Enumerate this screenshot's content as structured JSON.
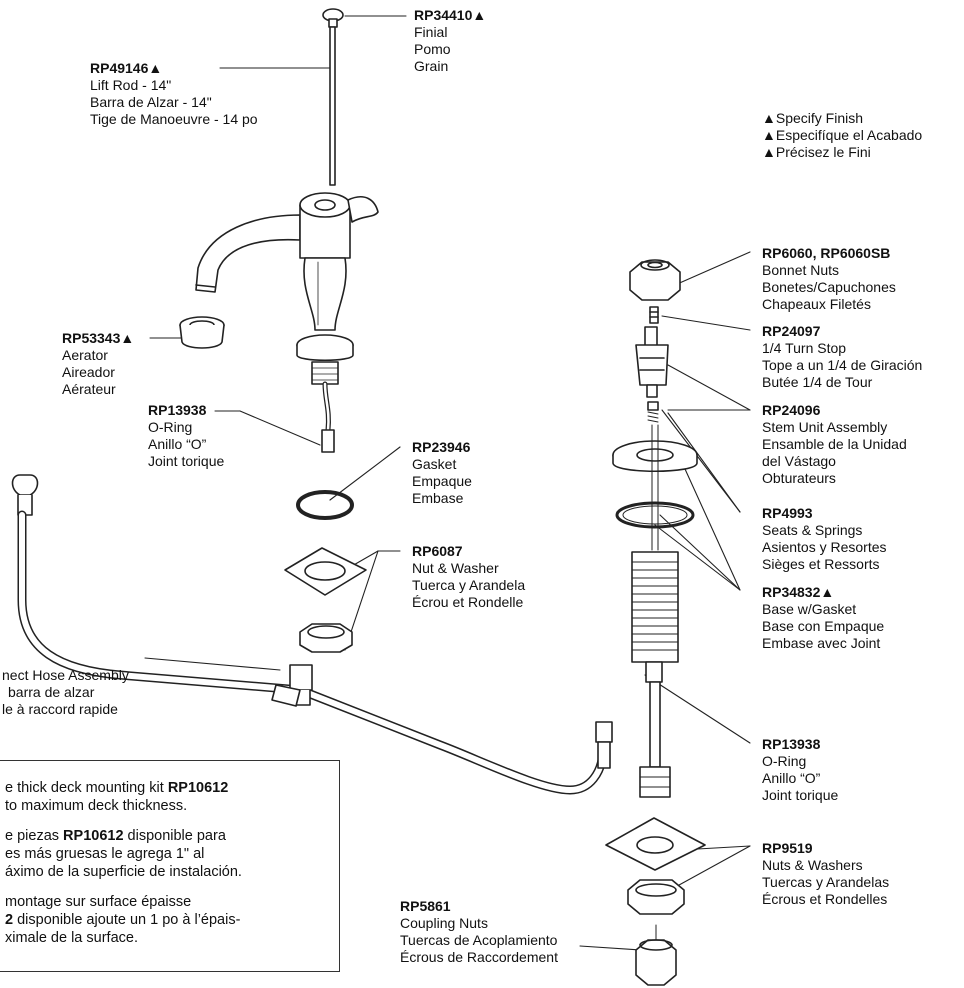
{
  "parts": [
    {
      "key": "finial",
      "number": "RP34410▲",
      "lines": [
        "Finial",
        "Pomo",
        "Grain"
      ]
    },
    {
      "key": "lift-rod",
      "number": "RP49146▲",
      "lines": [
        "Lift Rod - 14\"",
        "Barra de Alzar - 14\"",
        "Tige de Manoeuvre - 14 po"
      ]
    },
    {
      "key": "aerator",
      "number": "RP53343▲",
      "lines": [
        "Aerator",
        "Aireador",
        "Aérateur"
      ]
    },
    {
      "key": "o-ring-left",
      "number": "RP13938",
      "lines": [
        "O-Ring",
        "Anillo “O”",
        "Joint torique"
      ]
    },
    {
      "key": "gasket",
      "number": "RP23946",
      "lines": [
        "Gasket",
        "Empaque",
        "Embase"
      ]
    },
    {
      "key": "nut-washer",
      "number": "RP6087",
      "lines": [
        "Nut & Washer",
        "Tuerca y Arandela",
        "Écrou et Rondelle"
      ]
    },
    {
      "key": "hose",
      "number": "",
      "lines": [
        "nect Hose Assembly",
        "barra de alzar",
        "le à raccord rapide"
      ]
    },
    {
      "key": "bonnet-nuts",
      "number": "RP6060, RP6060SB",
      "lines": [
        "Bonnet Nuts",
        "Bonetes/Capuchones",
        "Chapeaux Filetés"
      ]
    },
    {
      "key": "turn-stop",
      "number": "RP24097",
      "lines": [
        "1/4 Turn Stop",
        "Tope a un 1/4 de Giración",
        "Butée 1/4 de Tour"
      ]
    },
    {
      "key": "stem-unit",
      "number": "RP24096",
      "lines": [
        "Stem Unit Assembly",
        "Ensamble de la Unidad",
        "del Vástago",
        "Obturateurs"
      ]
    },
    {
      "key": "seats-springs",
      "number": "RP4993",
      "lines": [
        "Seats & Springs",
        "Asientos y Resortes",
        "Sièges et Ressorts"
      ]
    },
    {
      "key": "base-gasket",
      "number": "RP34832▲",
      "lines": [
        "Base w/Gasket",
        "Base con Empaque",
        "Embase avec Joint"
      ]
    },
    {
      "key": "o-ring-right",
      "number": "RP13938",
      "lines": [
        "O-Ring",
        "Anillo “O”",
        "Joint torique"
      ]
    },
    {
      "key": "nuts-washers",
      "number": "RP9519",
      "lines": [
        "Nuts & Washers",
        "Tuercas y Arandelas",
        "Écrous et Rondelles"
      ]
    },
    {
      "key": "coupling-nuts",
      "number": "RP5861",
      "lines": [
        "Coupling Nuts",
        "Tuercas de Acoplamiento",
        "Écrous de Raccordement"
      ]
    }
  ],
  "finish_note": [
    "▲Specify Finish",
    "▲Especifíque el Acabado",
    "▲Précisez le Fini"
  ],
  "deck_note": {
    "en": {
      "pre": "e thick deck mounting kit ",
      "bold": "RP10612",
      "post": "",
      "line2": "to maximum deck thickness."
    },
    "es": {
      "pre": "e piezas ",
      "bold": "RP10612",
      "post": " disponible  para",
      "line2": "es más gruesas le agrega 1\" al",
      "line3": "áximo de la superficie de instalación."
    },
    "fr": {
      "line1": " montage sur surface épaisse",
      "bold": "2",
      "post": " disponible ajoute un 1 po à l’épais-",
      "line3": "ximale de la surface."
    }
  }
}
